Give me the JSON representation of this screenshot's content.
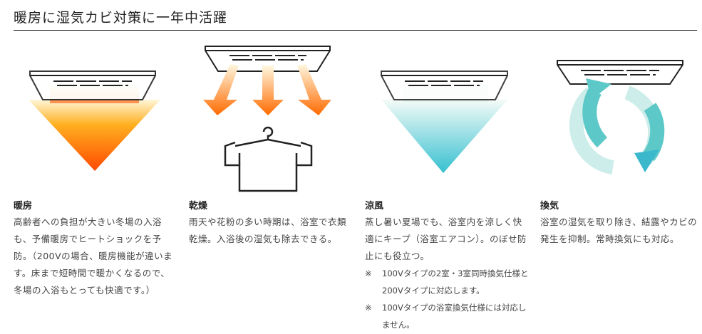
{
  "title": "暖房に湿気カビ対策に一年中活躍",
  "features": [
    {
      "heading": "暖房",
      "body": "高齢者への負担が大きい冬場の入浴も、予備暖房でヒートショックを予防。（200Vの場合、暖房機能が違います。床まで短時間で暖かくなるので、冬場の入浴もとっても快適です。）"
    },
    {
      "heading": "乾燥",
      "body": "雨天や花粉の多い時期は、浴室で衣類乾燥。入浴後の湿気も除去できる。"
    },
    {
      "heading": "涼風",
      "body": "蒸し暑い夏場でも、浴室内を涼しく快適にキープ（浴室エアコン）。のぼせ防止にも役立つ。",
      "notes": [
        {
          "mark": "※",
          "text": "100Vタイプの2室・3室同時換気仕様と200Vタイプに対応します。"
        },
        {
          "mark": "※",
          "text": "100Vタイプの浴室換気仕様には対応しません。"
        }
      ]
    },
    {
      "heading": "換気",
      "body": "浴室の湿気を取り除き、結露やカビの発生を抑制。常時換気にも対応。"
    }
  ],
  "colors": {
    "heat": "#ff5a00",
    "heat_light": "#ffd27a",
    "cool": "#3cc3cf",
    "cool_light": "#e0f5f2"
  }
}
